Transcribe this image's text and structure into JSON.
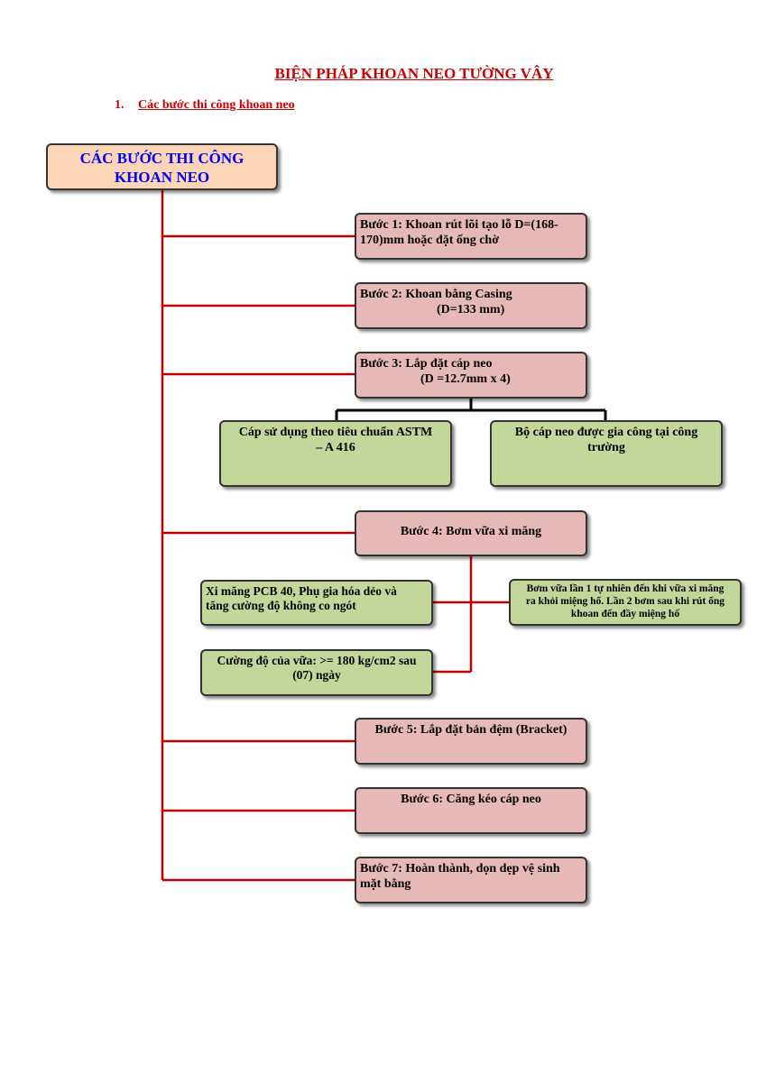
{
  "title": "BIỆN PHÁP KHOAN NEO TƯỜNG VÂY",
  "subtitle": {
    "number": "1.",
    "text": "Các bước thi công khoan neo"
  },
  "diagram": {
    "root": {
      "line1": "CÁC BƯỚC THI CÔNG",
      "line2": "KHOAN NEO"
    },
    "step1": {
      "line1": "Bước 1: Khoan rút lõi tạo lỗ  D=(168-",
      "line2": "170)mm hoặc đặt ống chờ"
    },
    "step2": {
      "line1": "Bước 2: Khoan bằng Casing",
      "line2": "(D=133 mm)"
    },
    "step3": {
      "line1": "Bước 3: Lắp đặt cáp neo",
      "line2": "(D =12.7mm x 4)",
      "child_left": {
        "line1": "Cáp sử dụng theo tiêu chuẩn ASTM",
        "line2": "– A 416"
      },
      "child_right": {
        "line1": "Bộ cáp neo được gia công tại công",
        "line2": "trường"
      }
    },
    "step4": {
      "label": "Bước 4: Bơm vữa xi măng",
      "detail_a": {
        "line1": "Xi măng PCB 40, Phụ gia hóa dẻo và",
        "line2": "tăng cường độ không co ngót"
      },
      "detail_b": {
        "line1": "Cường độ của vữa: >= 180 kg/cm2 sau",
        "line2": "(07) ngày"
      },
      "detail_c": {
        "line1": "Bơm vữa lần 1 tự nhiên đến khi vữa xi măng",
        "line2": "ra khỏi miệng hố. Lần 2 bơm sau khi rút ống",
        "line3": "khoan đến đầy miệng hố"
      }
    },
    "step5": {
      "label": "Bước 5: Lắp đặt bản đệm (Bracket)"
    },
    "step6": {
      "label": "Bước 6: Căng kéo cáp neo"
    },
    "step7": {
      "line1": "Bước 7: Hoàn thành, dọn dẹp vệ sinh",
      "line2": "mặt bằng"
    }
  },
  "colors": {
    "title_red": "#cc0000",
    "connector_red": "#c00000",
    "connector_black": "#000000",
    "header_fill": "#fbd5b5",
    "header_text": "#0000ee",
    "step_fill": "#e6b8b8",
    "detail_fill": "#c4d79b"
  }
}
